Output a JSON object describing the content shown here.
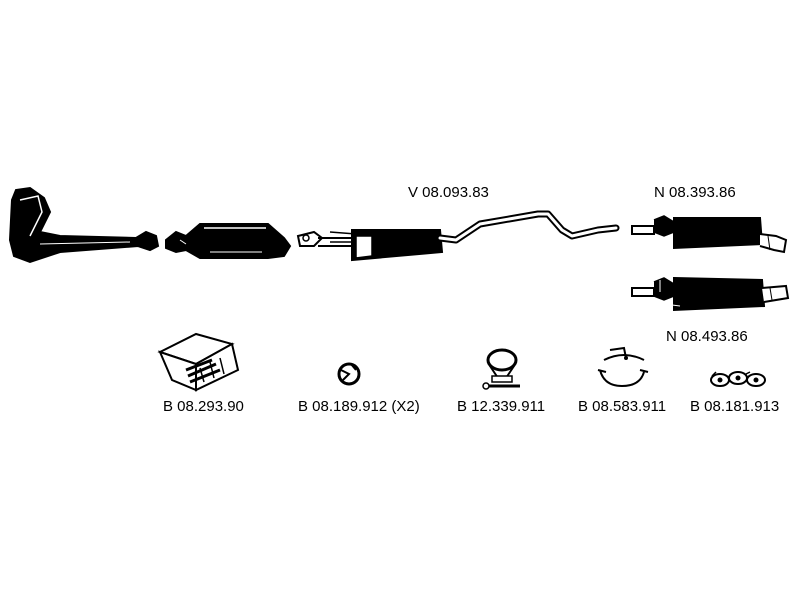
{
  "labels": {
    "middle_muffler": "V 08.093.83",
    "rear_muffler_1": "N 08.393.86",
    "rear_muffler_2": "N 08.493.86",
    "mount_kit": "B 08.293.90",
    "clamp_ring": "B 08.189.912 (X2)",
    "pipe_clamp": "B 12.339.911",
    "hanger_strap": "B 08.583.911",
    "rubber_mounts": "B 08.181.913"
  },
  "colors": {
    "ink": "#000000",
    "paper": "#ffffff"
  }
}
